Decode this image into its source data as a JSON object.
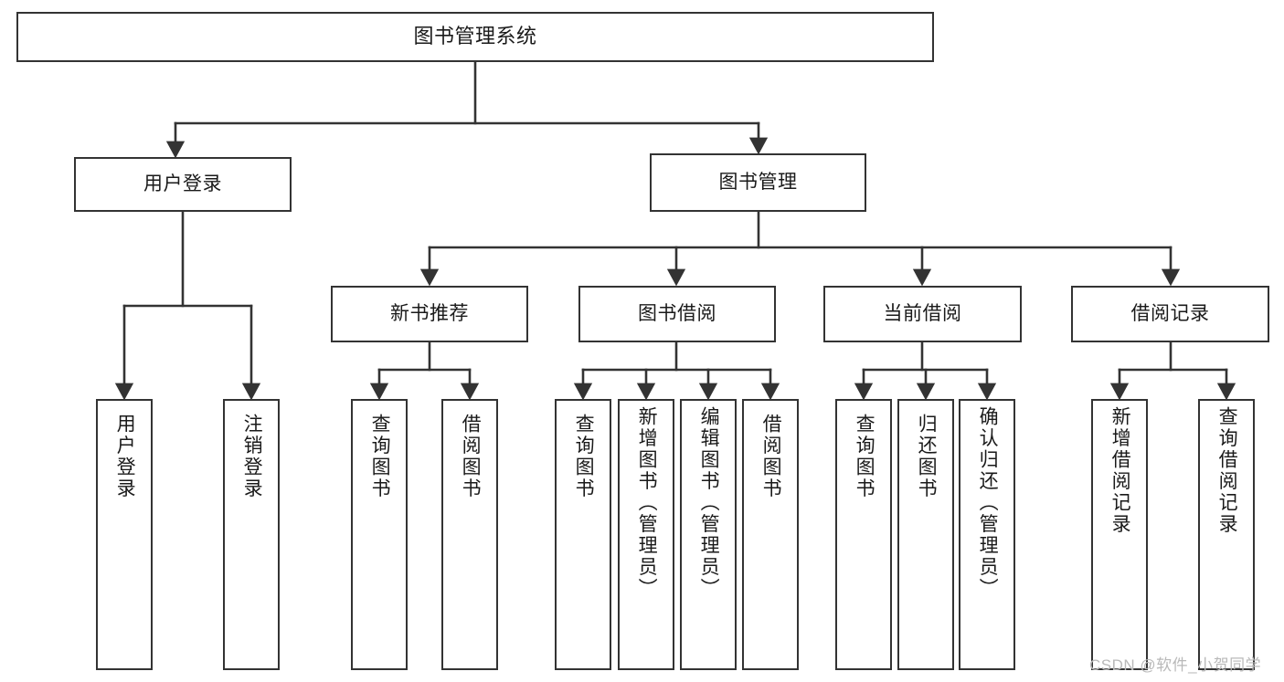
{
  "diagram": {
    "type": "tree-hierarchy",
    "title": "图书管理系统",
    "orientation": "top-down",
    "watermark": "CSDN @软件_小贺同学",
    "colors": {
      "background": "#ffffff",
      "box_border": "#333333",
      "box_fill": "#ffffff",
      "edge": "#333333",
      "text": "#1a1a1a",
      "watermark": "#b9b9b9"
    },
    "root": {
      "label": "图书管理系统"
    },
    "level2": [
      {
        "label": "用户登录"
      },
      {
        "label": "图书管理"
      }
    ],
    "level3": [
      {
        "label": "新书推荐"
      },
      {
        "label": "图书借阅"
      },
      {
        "label": "当前借阅"
      },
      {
        "label": "借阅记录"
      }
    ],
    "leaves": {
      "user_login": [
        {
          "label": "用户登录"
        },
        {
          "label": "注销登录"
        }
      ],
      "new_book_recommend": [
        {
          "label": "查询图书"
        },
        {
          "label": "借阅图书"
        }
      ],
      "book_borrow": [
        {
          "label": "查询图书"
        },
        {
          "label": "新增图书（管理员）"
        },
        {
          "label": "编辑图书（管理员）"
        },
        {
          "label": "借阅图书"
        }
      ],
      "current_borrow": [
        {
          "label": "查询图书"
        },
        {
          "label": "归还图书"
        },
        {
          "label": "确认归还（管理员）"
        }
      ],
      "borrow_record": [
        {
          "label": "新增借阅记录"
        },
        {
          "label": "查询借阅记录"
        }
      ]
    }
  }
}
